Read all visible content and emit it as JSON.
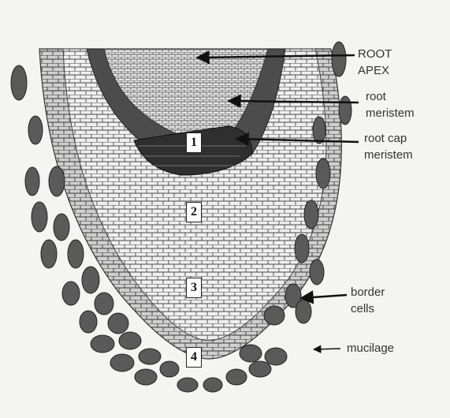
{
  "labels": {
    "root_apex": "ROOT\nAPEX",
    "root_meristem": "root\nmeristem",
    "root_cap_meristem": "root cap\nmeristem",
    "border_cells": "border\ncells",
    "mucilage": "mucilage"
  },
  "zones": [
    "1",
    "2",
    "3",
    "4"
  ],
  "colors": {
    "background": "#f4f4f2",
    "cap_cells": "#c9c9c9",
    "inner_cells": "#eeeeee",
    "meristem": "#555555",
    "border_cell": "#5a5a5a",
    "arrow": "#111111"
  }
}
